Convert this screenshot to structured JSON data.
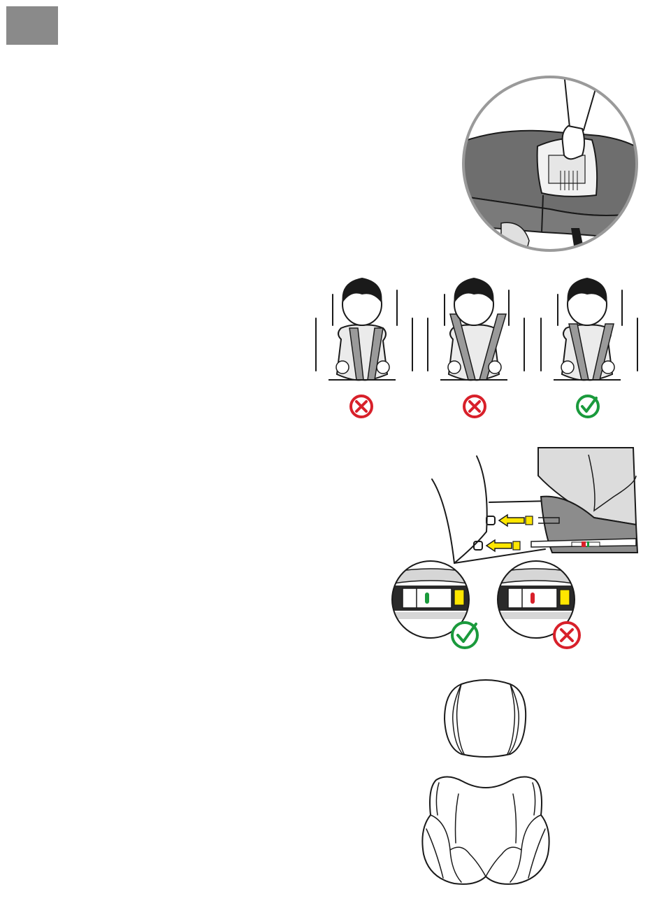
{
  "page": {
    "section_tab_color": "#8a8a8a"
  },
  "figures": {
    "handle_detail": {
      "icon": "hand-lifting-headrest-handle",
      "shell_color": "#6e6e6e"
    },
    "harness_positions": [
      {
        "icon": "child-harness-straps-too-low",
        "status": "incorrect",
        "status_icon": "red-cross-icon"
      },
      {
        "icon": "child-harness-straps-too-high",
        "status": "incorrect",
        "status_icon": "red-cross-icon"
      },
      {
        "icon": "child-harness-straps-correct",
        "status": "correct",
        "status_icon": "green-check-icon"
      }
    ],
    "isofix": {
      "connector_color": "#ffe600",
      "indicators": [
        {
          "indicator_color": "#1a9a3c",
          "status": "correct",
          "status_icon": "green-check-icon"
        },
        {
          "indicator_color": "#d8202a",
          "status": "incorrect",
          "status_icon": "red-cross-icon"
        }
      ]
    },
    "covers": [
      {
        "icon": "headrest-cover-outline"
      },
      {
        "icon": "seat-cover-outline"
      }
    ]
  },
  "colors": {
    "correct": "#1a9a3c",
    "incorrect": "#d8202a",
    "line": "#1a1a1a"
  }
}
